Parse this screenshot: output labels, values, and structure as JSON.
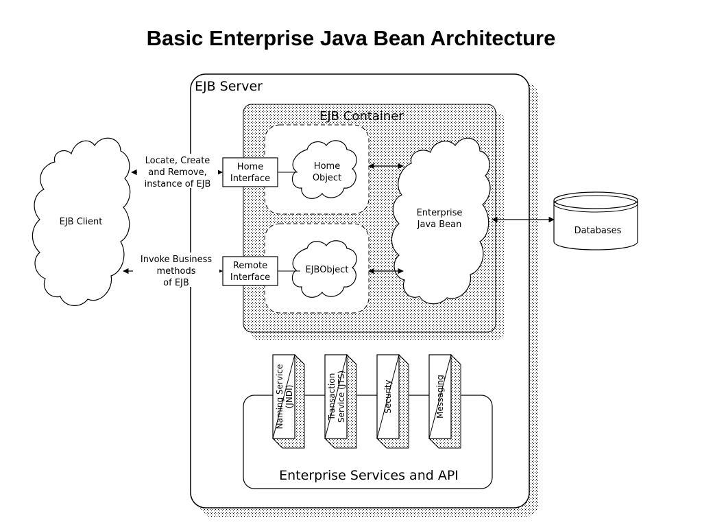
{
  "title": "Basic Enterprise Java Bean Architecture",
  "server": {
    "label": "EJB Server"
  },
  "container": {
    "label": "EJB Container"
  },
  "client": {
    "label": "EJB Client"
  },
  "arrows": {
    "top_line1": "Locate, Create",
    "top_line2": "and Remove,",
    "top_line3": "instance of EJB",
    "bottom_line1": "Invoke Business",
    "bottom_line2": "methods",
    "bottom_line3": "of EJB"
  },
  "home_interface": {
    "line1": "Home",
    "line2": "Interface"
  },
  "remote_interface": {
    "line1": "Remote",
    "line2": "Interface"
  },
  "home_object": {
    "line1": "Home",
    "line2": "Object"
  },
  "ejb_object": {
    "label": "EJBObject"
  },
  "bean": {
    "line1": "Enterprise",
    "line2": "Java Bean"
  },
  "database": {
    "label": "Databases"
  },
  "services": {
    "panel_label": "Enterprise Services and API",
    "naming_line1": "Naming Service",
    "naming_line2": "(JNDI)",
    "transaction_line1": "Transaction",
    "transaction_line2": "Service (JTS)",
    "security": "Security",
    "messaging": "Messaging"
  },
  "colors": {
    "stroke": "#000000",
    "background": "#ffffff",
    "stipple": "#000000"
  }
}
